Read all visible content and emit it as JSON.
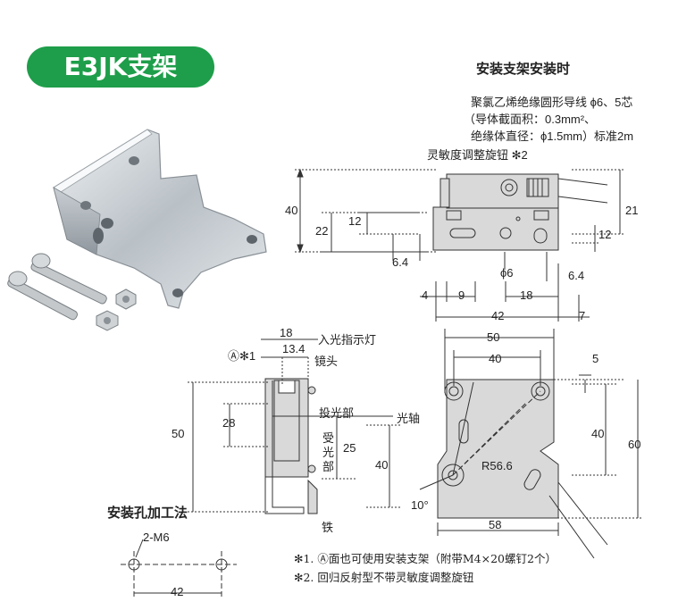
{
  "title": "E3JK支架",
  "section_mount": "安装支架安装时",
  "section_hole": "安装孔加工法",
  "cable_spec": {
    "line1": "聚氯乙烯绝缘圆形导线  ϕ6、5芯",
    "line2": "（导体截面积：0.3mm²、",
    "line3": "绝缘体直径：ϕ1.5mm）标准2m"
  },
  "callouts": {
    "knob": "灵敏度调整旋钮 ✻2",
    "indicator": "入光指示灯",
    "lens": "镜头",
    "emitter": "投光部",
    "optical_axis": "光轴",
    "receiver_1": "受",
    "receiver_2": "光",
    "receiver_3": "部",
    "iron": "铁",
    "face_a": "Ⓐ✻1",
    "hole_spec": "2-M6"
  },
  "dims_top": {
    "d40": "40",
    "d12a": "12",
    "d22": "22",
    "d64a": "6.4",
    "d21": "21",
    "d12b": "12",
    "d6": "ϕ6",
    "d64b": "6.4",
    "d4": "4",
    "d9": "9",
    "d18": "18",
    "d42": "42",
    "d7": "7"
  },
  "dims_side": {
    "d18": "18",
    "d134": "13.4",
    "d50": "50",
    "d28": "28",
    "d25": "25",
    "d40": "40"
  },
  "dims_front": {
    "d50": "50",
    "d40a": "40",
    "d5": "5",
    "d40b": "40",
    "d60": "60",
    "r566": "R56.6",
    "d10": "10°",
    "d58": "58"
  },
  "dims_hole": {
    "d42": "42"
  },
  "notes": {
    "n1": "✻1. Ⓐ面也可使用安装支架（附带M4×20螺钉2个）",
    "n2": "✻2. 回归反射型不带灵敏度调整旋钮"
  },
  "colors": {
    "badge": "#1e9e4a",
    "line": "#333333",
    "part_fill": "#d9d9d9"
  }
}
